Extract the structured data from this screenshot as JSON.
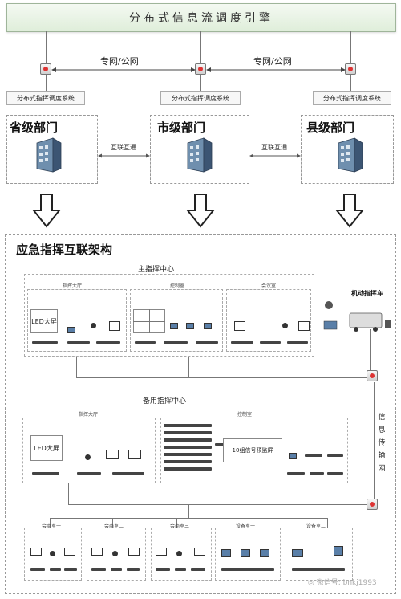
{
  "banner": {
    "title": "分布式信息流调度引擎"
  },
  "network": {
    "left_label": "专网/公网",
    "right_label": "专网/公网"
  },
  "top_departments": [
    {
      "system_label": "分布式指挥调度系统",
      "name": "省级部门"
    },
    {
      "system_label": "分布式指挥调度系统",
      "name": "市级部门"
    },
    {
      "system_label": "分布式指挥调度系统",
      "name": "县级部门"
    }
  ],
  "interlinks": [
    "互联互通",
    "互联互通"
  ],
  "architecture": {
    "title": "应急指挥互联架构",
    "main_center": {
      "title": "主指挥中心",
      "rooms": [
        {
          "label": "指挥大厅",
          "screen_label": "LED大屏"
        },
        {
          "label": "控制室"
        },
        {
          "label": "会议室"
        }
      ]
    },
    "mobile": {
      "title": "机动指挥车"
    },
    "backup_center": {
      "title": "备用指挥中心",
      "rooms": [
        {
          "label": "指挥大厅",
          "screen_label": "LED大屏"
        },
        {
          "label": "控制室",
          "screen_label": "10组信号预监屏"
        }
      ]
    },
    "info_network": [
      "信",
      "息",
      "传",
      "输",
      "网"
    ],
    "bottom_rooms": [
      "会商室一",
      "会商室二",
      "会商室三",
      "设备室一",
      "设备室二"
    ]
  },
  "watermark": "微信号: bnkj1993"
}
